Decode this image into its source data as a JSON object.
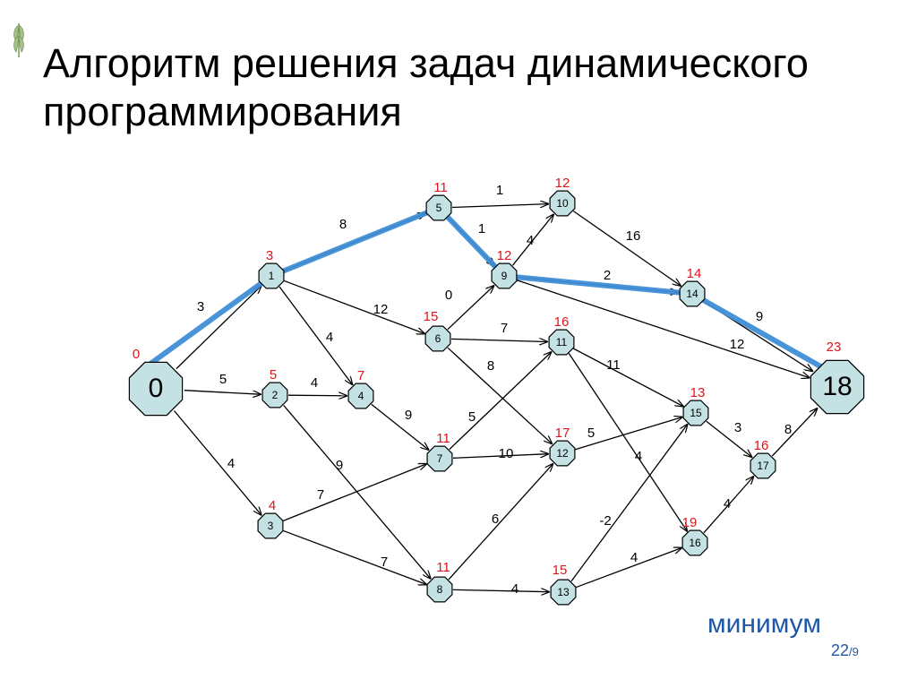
{
  "title": {
    "line1": "Алгоритм решения задач динамического",
    "line2": "программирования"
  },
  "caption": "минимум",
  "page": {
    "current": "22",
    "total": "/9"
  },
  "colors": {
    "node_fill": "#c4e1e3",
    "node_stroke": "#000000",
    "edge": "#000000",
    "distance": "#e0141a",
    "path": "#3f8ed6",
    "caption": "#1f57a8"
  },
  "logo_icon": "wheat-ear-icon",
  "graph": {
    "nodes": [
      {
        "id": "0",
        "dist": "0"
      },
      {
        "id": "1",
        "dist": "3"
      },
      {
        "id": "2",
        "dist": "5"
      },
      {
        "id": "3",
        "dist": "4"
      },
      {
        "id": "4",
        "dist": "7"
      },
      {
        "id": "5",
        "dist": "11"
      },
      {
        "id": "6",
        "dist": "15"
      },
      {
        "id": "7",
        "dist": "11"
      },
      {
        "id": "8",
        "dist": "11"
      },
      {
        "id": "9",
        "dist": "12"
      },
      {
        "id": "10",
        "dist": "12"
      },
      {
        "id": "11",
        "dist": "16"
      },
      {
        "id": "12",
        "dist": "17"
      },
      {
        "id": "13",
        "dist": "15"
      },
      {
        "id": "14",
        "dist": "14"
      },
      {
        "id": "15",
        "dist": "13"
      },
      {
        "id": "16",
        "dist": "19"
      },
      {
        "id": "17",
        "dist": "16"
      },
      {
        "id": "18",
        "dist": "23"
      }
    ],
    "edges": [
      {
        "from": "0",
        "to": "1",
        "w": "3"
      },
      {
        "from": "0",
        "to": "2",
        "w": "5"
      },
      {
        "from": "0",
        "to": "3",
        "w": "4"
      },
      {
        "from": "1",
        "to": "5",
        "w": "8"
      },
      {
        "from": "1",
        "to": "4",
        "w": "4"
      },
      {
        "from": "1",
        "to": "6",
        "w": "12"
      },
      {
        "from": "2",
        "to": "4",
        "w": "4"
      },
      {
        "from": "2",
        "to": "8",
        "w": "9"
      },
      {
        "from": "3",
        "to": "7",
        "w": "7"
      },
      {
        "from": "3",
        "to": "8",
        "w": "7"
      },
      {
        "from": "4",
        "to": "7",
        "w": "9"
      },
      {
        "from": "5",
        "to": "10",
        "w": "1"
      },
      {
        "from": "5",
        "to": "9",
        "w": "1"
      },
      {
        "from": "6",
        "to": "9",
        "w": "0"
      },
      {
        "from": "6",
        "to": "11",
        "w": "7"
      },
      {
        "from": "6",
        "to": "12",
        "w": "8"
      },
      {
        "from": "7",
        "to": "11",
        "w": "5"
      },
      {
        "from": "7",
        "to": "12",
        "w": "10"
      },
      {
        "from": "8",
        "to": "12",
        "w": "6"
      },
      {
        "from": "8",
        "to": "13",
        "w": "4"
      },
      {
        "from": "9",
        "to": "10",
        "w": "4"
      },
      {
        "from": "9",
        "to": "14",
        "w": "2"
      },
      {
        "from": "9",
        "to": "18",
        "w": "12"
      },
      {
        "from": "10",
        "to": "14",
        "w": "16"
      },
      {
        "from": "11",
        "to": "15",
        "w": "11"
      },
      {
        "from": "11",
        "to": "16",
        "w": "4"
      },
      {
        "from": "12",
        "to": "15",
        "w": "5"
      },
      {
        "from": "13",
        "to": "15",
        "w": "-2"
      },
      {
        "from": "13",
        "to": "16",
        "w": "4"
      },
      {
        "from": "14",
        "to": "18",
        "w": "9"
      },
      {
        "from": "15",
        "to": "17",
        "w": "3"
      },
      {
        "from": "16",
        "to": "17",
        "w": "4"
      },
      {
        "from": "17",
        "to": "18",
        "w": "8"
      }
    ],
    "optimal_path": [
      "0",
      "1",
      "5",
      "9",
      "14",
      "18"
    ]
  }
}
